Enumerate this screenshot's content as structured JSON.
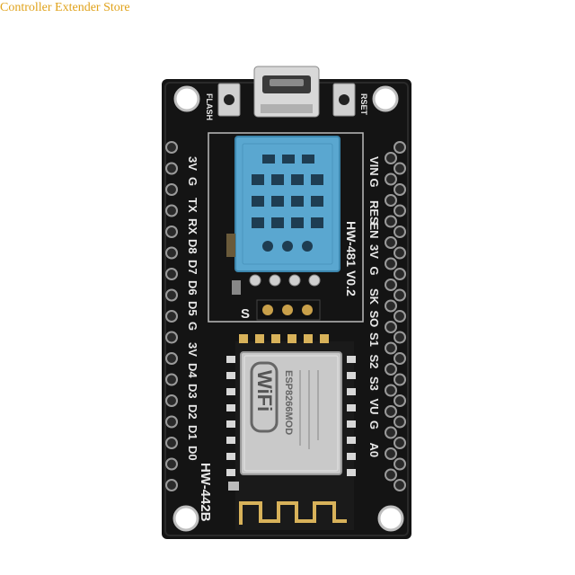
{
  "watermark": "Controller Extender Store",
  "board": {
    "model": "HW-442B",
    "sensor_label": "HW-481 V0.2",
    "flash_label": "FLASH",
    "reset_label": "RSET",
    "sensor_pin_label": "S",
    "left_pins": [
      "3V",
      "G",
      "TX",
      "RX",
      "D8",
      "D7",
      "D6",
      "D5",
      "G",
      "3V",
      "D4",
      "D3",
      "D2",
      "D1",
      "D0"
    ],
    "right_pins": [
      "VIN",
      "G",
      "RES",
      "EN",
      "3V",
      "G",
      "SK",
      "SO",
      "S1",
      "S2",
      "S3",
      "VU",
      "G",
      "A0"
    ]
  },
  "module": {
    "wifi_text": "WiFi",
    "chip_text": "ESP8266MOD"
  },
  "colors": {
    "pcb": "#141414",
    "sensor": "#5aa7d0",
    "shield": "#c9c9c9",
    "silkscreen": "#e8e8e8"
  }
}
